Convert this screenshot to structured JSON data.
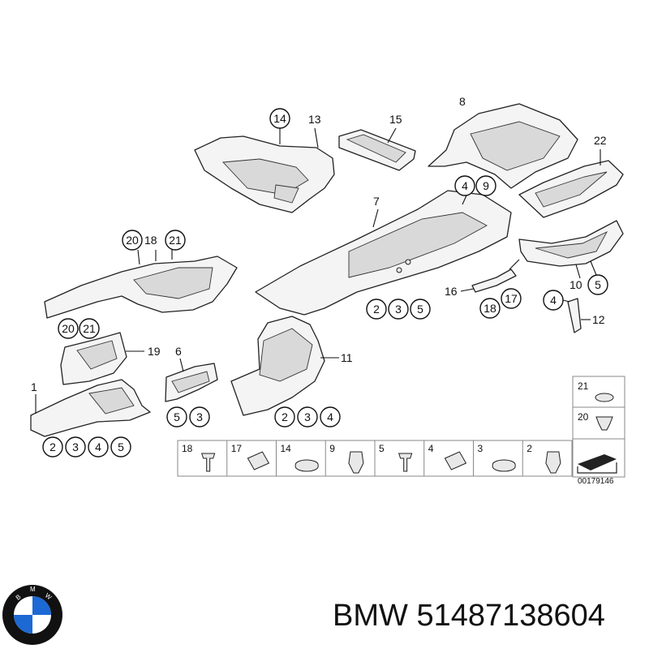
{
  "labels": {
    "p1": "1",
    "p2": "2",
    "p3": "3",
    "p4": "4",
    "p5": "5",
    "p6": "6",
    "p7": "7",
    "p8": "8",
    "p9": "9",
    "p10": "10",
    "p11": "11",
    "p12": "12",
    "p13": "13",
    "p14": "14",
    "p15": "15",
    "p16": "16",
    "p17": "17",
    "p18": "18",
    "p19": "19",
    "p20": "20",
    "p21": "21",
    "p22": "22"
  },
  "hardware_strip": [
    "18",
    "17",
    "14",
    "9",
    "5",
    "4",
    "3",
    "2"
  ],
  "hardware_column": [
    "21",
    "20"
  ],
  "diagram_code": "00179146",
  "brand": "BMW",
  "part_number": "51487138604",
  "caption": "BMW 51487138604",
  "logo": {
    "icon": "bmw-roundel-icon",
    "letters": "BMW",
    "colors": {
      "blue": "#1c69d4",
      "ring": "#111111",
      "white": "#ffffff"
    }
  }
}
